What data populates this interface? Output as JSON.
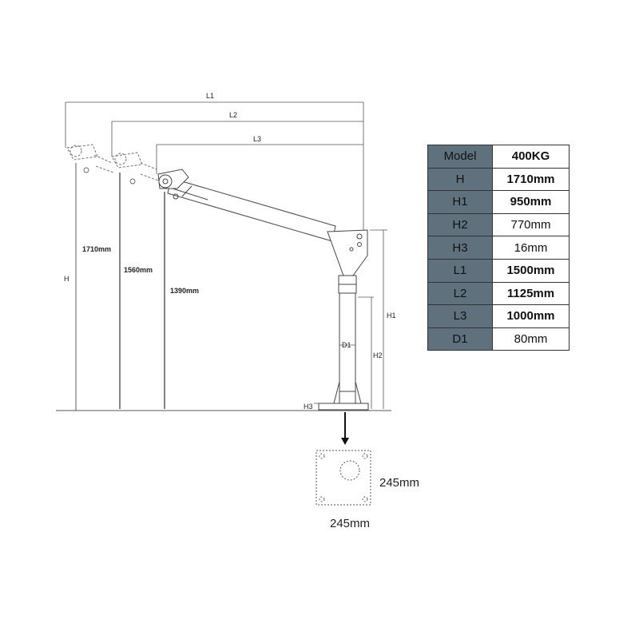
{
  "dimensions": {
    "l1": "L1",
    "l2": "L2",
    "l3": "L3",
    "h": "H",
    "h1": "H1",
    "h2": "H2",
    "h3": "H3",
    "d1": "D1",
    "height_1710": "1710mm",
    "height_1560": "1560mm",
    "height_1390": "1390mm"
  },
  "base_plate": {
    "width_label": "245mm",
    "height_label": "245mm"
  },
  "spec_table": {
    "rows": [
      {
        "key": "Model",
        "value": "400KG",
        "bold": true
      },
      {
        "key": "H",
        "value": "1710mm",
        "bold": true
      },
      {
        "key": "H1",
        "value": "950mm",
        "bold": true
      },
      {
        "key": "H2",
        "value": "770mm",
        "bold": false
      },
      {
        "key": "H3",
        "value": "16mm",
        "bold": false
      },
      {
        "key": "L1",
        "value": "1500mm",
        "bold": true
      },
      {
        "key": "L2",
        "value": "1125mm",
        "bold": true
      },
      {
        "key": "L3",
        "value": "1000mm",
        "bold": true
      },
      {
        "key": "D1",
        "value": "80mm",
        "bold": false
      }
    ],
    "key_color": "#5f717c"
  }
}
